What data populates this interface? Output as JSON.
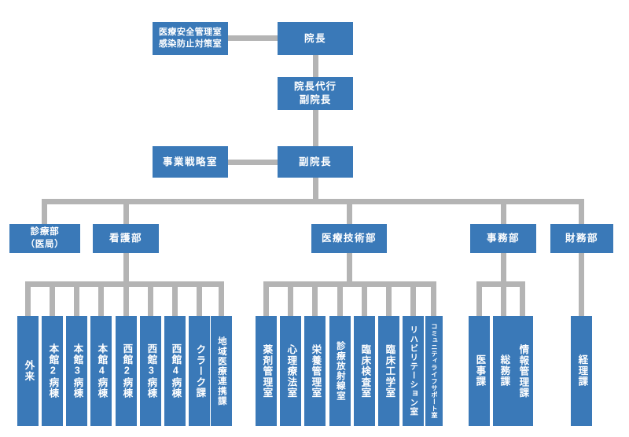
{
  "meta": {
    "title": "病院組織図",
    "colors": {
      "box_fill": "#3a79b8",
      "box_text": "#ffffff",
      "connector": "#b4b4b4",
      "background": "#ffffff"
    }
  },
  "nodes": {
    "safety_office": {
      "label": "医療安全管理室\n感染防止対策室",
      "line1": "医療安全管理室",
      "line2": "感染防止対策室"
    },
    "director": {
      "label": "院長"
    },
    "deputy_acting": {
      "label": "院長代行\n副院長",
      "line1": "院長代行",
      "line2": "副院長"
    },
    "strategy_office": {
      "label": "事業戦略室"
    },
    "deputy_director": {
      "label": "副院長"
    }
  },
  "departments": [
    {
      "id": "medical-dept",
      "label": "診療部\n（医局）",
      "line1": "診療部",
      "line2": "（医局）"
    },
    {
      "id": "nursing-dept",
      "label": "看護部"
    },
    {
      "id": "medical-technology-dept",
      "label": "医療技術部"
    },
    {
      "id": "administration-dept",
      "label": "事務部"
    },
    {
      "id": "finance-dept",
      "label": "財務部"
    }
  ],
  "nursing_children": [
    {
      "label": "外来"
    },
    {
      "label": "本館2病棟"
    },
    {
      "label": "本館3病棟"
    },
    {
      "label": "本館4病棟"
    },
    {
      "label": "西館2病棟"
    },
    {
      "label": "西館3病棟"
    },
    {
      "label": "西館4病棟"
    },
    {
      "label": "クラーク課"
    },
    {
      "label": "地域医療連携課"
    }
  ],
  "medical_technology_children": [
    {
      "label": "薬剤管理室"
    },
    {
      "label": "心理療法室"
    },
    {
      "label": "栄養管理室"
    },
    {
      "label": "診療放射線室"
    },
    {
      "label": "臨床検査室"
    },
    {
      "label": "臨床工学室"
    },
    {
      "label": "リハビリテーション室"
    },
    {
      "label": "コミュニティライフサポート室"
    }
  ],
  "administration_children": [
    {
      "label": "医事課"
    },
    {
      "label": "総務課"
    },
    {
      "label": "情報管理課"
    }
  ],
  "finance_children": [
    {
      "label": "経理課"
    }
  ]
}
